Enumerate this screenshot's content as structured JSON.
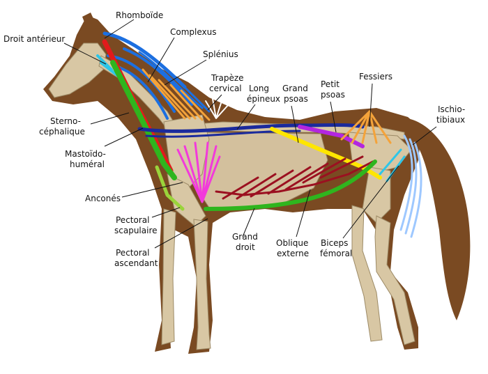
{
  "labels": {
    "rhomboide": "Rhomboïde",
    "droit_anterieur": "Droit antérieur",
    "complexus": "Complexus",
    "splenius": "Splénius",
    "trapeze_1": "Trapèze",
    "trapeze_2": "cervical",
    "long_1": "Long",
    "long_2": "épineux",
    "grand_psoas_1": "Grand",
    "grand_psoas_2": "psoas",
    "petit_psoas_1": "Petit",
    "petit_psoas_2": "psoas",
    "fessiers": "Fessiers",
    "ischio_1": "Ischio-",
    "ischio_2": "tibiaux",
    "sterno_1": "Sterno-",
    "sterno_2": "céphalique",
    "masto_1": "Mastoïdo-",
    "masto_2": "huméral",
    "ancones": "Anconés",
    "pect_scap_1": "Pectoral",
    "pect_scap_2": "scapulaire",
    "pect_asc_1": "Pectoral",
    "pect_asc_2": "ascendant",
    "grand_droit_1": "Grand",
    "grand_droit_2": "droit",
    "oblique_1": "Oblique",
    "oblique_2": "externe",
    "biceps_1": "Biceps",
    "biceps_2": "fémoral"
  },
  "colors": {
    "skin": "#7a4a22",
    "bone": "#d8c7a4",
    "bone_edge": "#9c8a66",
    "red": "#e11b1b",
    "darkred": "#9b1020",
    "green": "#2fb51e",
    "lightgreen": "#9ad43b",
    "navy": "#1b2a9c",
    "blue": "#1c6fe0",
    "cyan": "#2ec6e8",
    "orange": "#f4a33a",
    "yellow": "#ffe600",
    "violet": "#b326e0",
    "magenta": "#f23adb",
    "lightblue": "#9ec8ff"
  }
}
